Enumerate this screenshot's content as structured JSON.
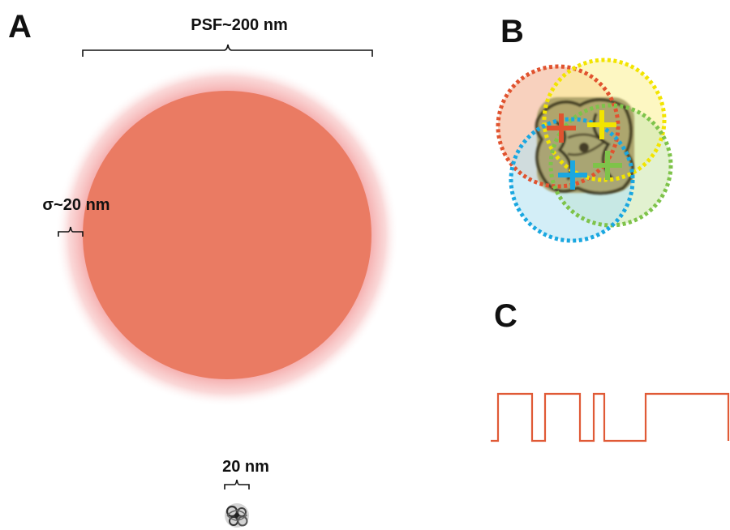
{
  "panels": {
    "a": {
      "letter": "A"
    },
    "b": {
      "letter": "B"
    },
    "c": {
      "letter": "C"
    }
  },
  "labels": {
    "psf": "PSF~200 nm",
    "sigma": "σ~20 nm",
    "size": "20 nm"
  },
  "colors": {
    "spot": "#ea7b63",
    "halo": "#f4a8a8",
    "trace": "#e05a36",
    "loc_red": "#e0532f",
    "loc_yellow": "#f2e400",
    "loc_green": "#7ec34a",
    "loc_blue": "#1aa7e0"
  },
  "icons": {
    "molecule": "protein-structure-icon"
  },
  "trace": {
    "states": [
      0,
      1,
      0,
      1,
      0,
      1,
      0,
      1
    ]
  }
}
